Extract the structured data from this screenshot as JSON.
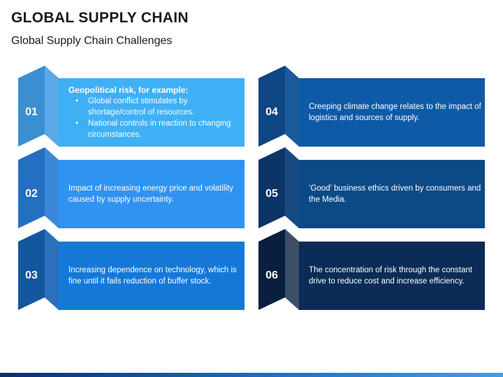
{
  "title": "GLOBAL SUPPLY CHAIN",
  "subtitle": "Global Supply Chain Challenges",
  "cards": [
    {
      "number": "01",
      "heading": "Geopolitical risk, for example:",
      "bullets": [
        "Global conflict stimulates by shortage/control of resources.",
        "National controls in reaction to changing circumstances."
      ],
      "colors": {
        "side": "#3a8fd0",
        "fold": "#5aa8e6",
        "main": "#3fb0f6"
      }
    },
    {
      "number": "02",
      "text": "Impact of increasing energy price and volatility caused by supply uncertainty.",
      "colors": {
        "side": "#246fc2",
        "fold": "#3b88d8",
        "main": "#2f93f2"
      }
    },
    {
      "number": "03",
      "text": "Increasing dependence on technology, which is fine until it fails reduction of buffer stock.",
      "colors": {
        "side": "#13579f",
        "fold": "#2a70ba",
        "main": "#1678d6"
      }
    },
    {
      "number": "04",
      "text": "Creeping climate change relates to the impact of logistics and sources of supply.",
      "colors": {
        "side": "#0d4683",
        "fold": "#1b5a9c",
        "main": "#0f5aa7"
      }
    },
    {
      "number": "05",
      "text": "‘Good’ business ethics driven by consumers and the Media.",
      "colors": {
        "side": "#0b3567",
        "fold": "#174a80",
        "main": "#0c4a85"
      }
    },
    {
      "number": "06",
      "text": "The concentration of risk through the constant drive to reduce cost and increase efficiency.",
      "colors": {
        "side": "#081f40",
        "fold": "#3c4f67",
        "main": "#0a2c57"
      }
    }
  ]
}
